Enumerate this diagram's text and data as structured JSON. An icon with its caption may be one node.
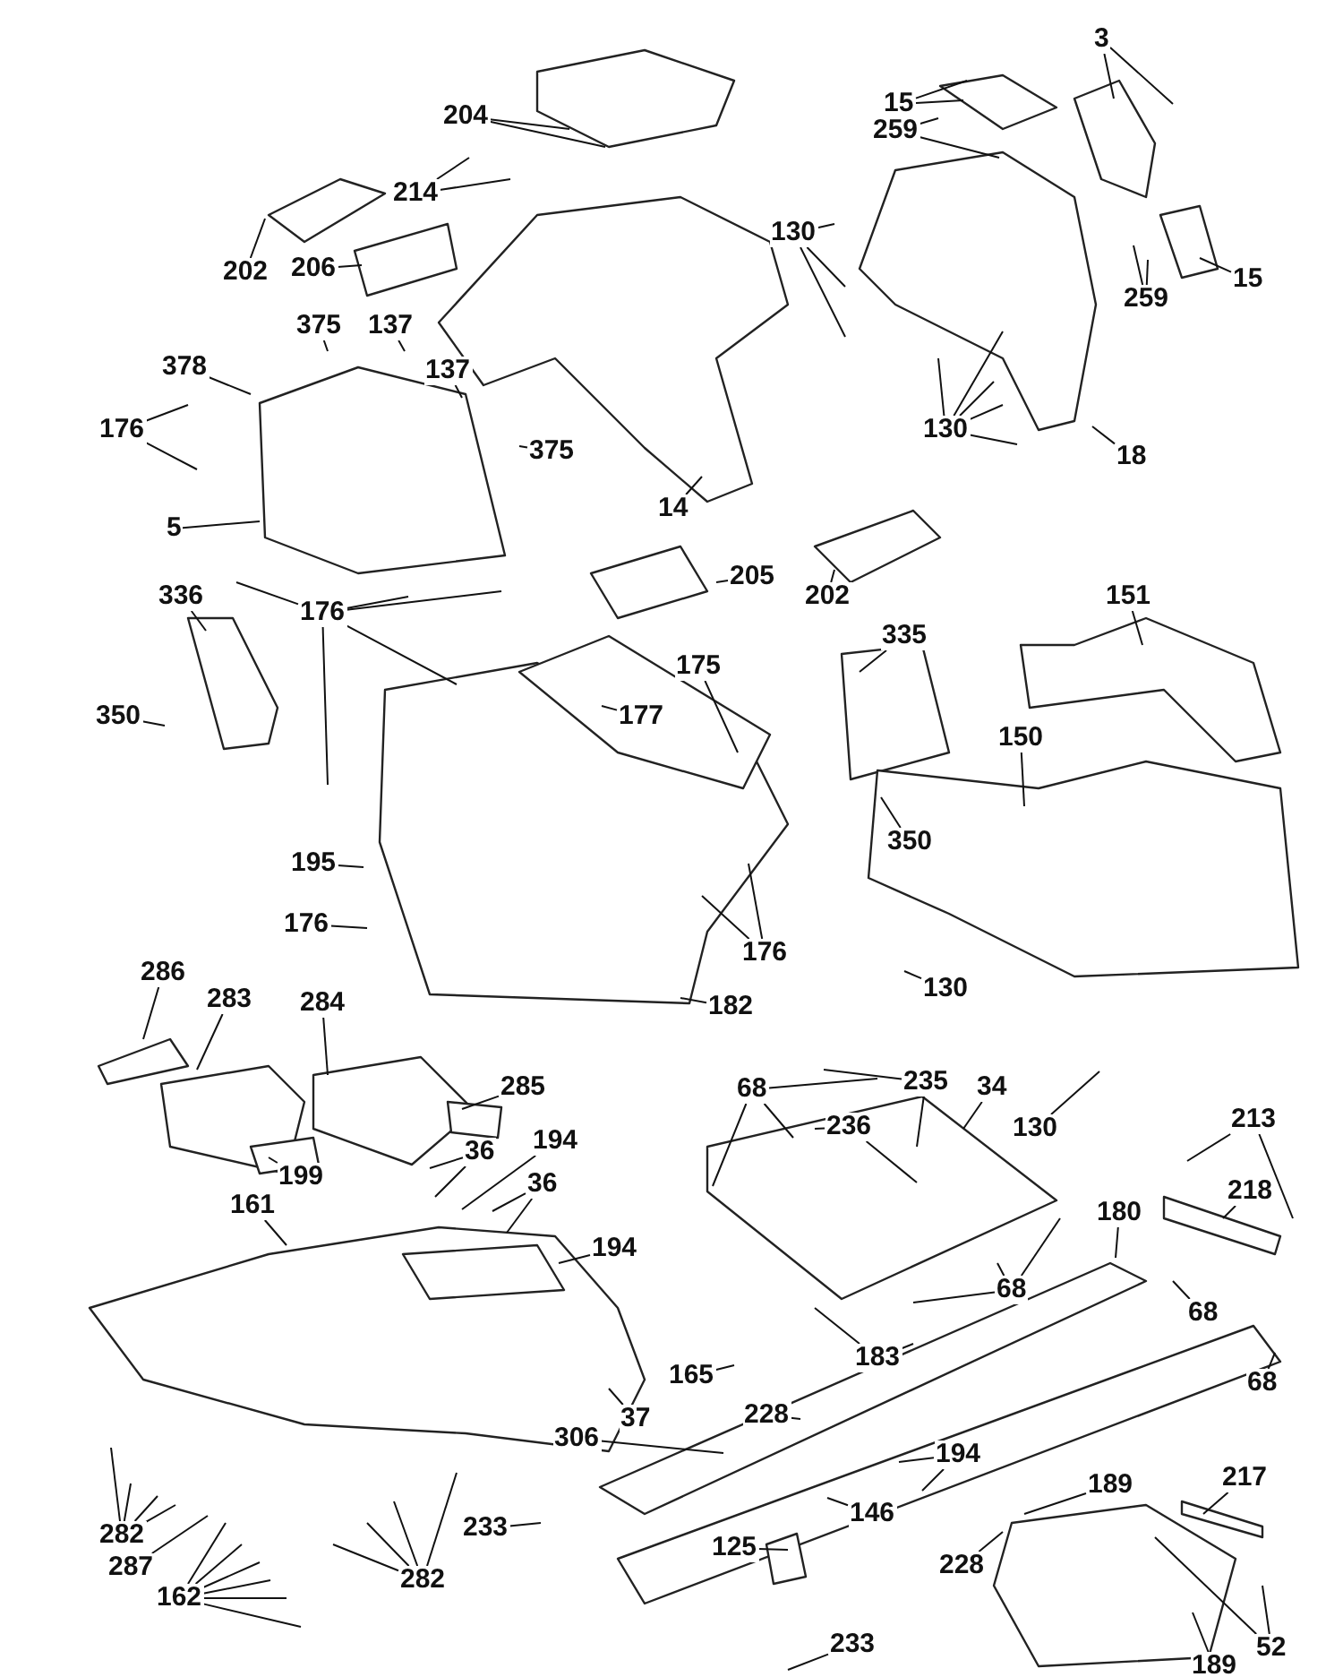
{
  "diagram": {
    "nodes": [
      {
        "text": [
          "204"
        ]
      },
      {
        "text": [
          "214"
        ]
      },
      {
        "text": [
          "202"
        ]
      },
      {
        "text": [
          "206"
        ]
      },
      {
        "text": [
          "3"
        ]
      },
      {
        "text": [
          "15"
        ]
      },
      {
        "text": [
          "259"
        ]
      },
      {
        "text": [
          "130"
        ]
      },
      {
        "text": [
          "259"
        ]
      },
      {
        "text": [
          "15"
        ]
      },
      {
        "text": [
          "130"
        ]
      },
      {
        "text": [
          "18"
        ]
      },
      {
        "text": [
          "375"
        ]
      },
      {
        "text": [
          "137"
        ]
      },
      {
        "text": [
          "378"
        ]
      },
      {
        "text": [
          "176"
        ]
      },
      {
        "text": [
          "137"
        ]
      },
      {
        "text": [
          "375"
        ]
      },
      {
        "text": [
          "5"
        ]
      },
      {
        "text": [
          "14"
        ]
      },
      {
        "text": [
          "205"
        ]
      },
      {
        "text": [
          "202"
        ]
      },
      {
        "text": [
          "176"
        ]
      },
      {
        "text": [
          "336"
        ]
      },
      {
        "text": [
          "350"
        ]
      },
      {
        "text": [
          "177"
        ]
      },
      {
        "text": [
          "175"
        ]
      },
      {
        "text": [
          "335"
        ]
      },
      {
        "text": [
          "151"
        ]
      },
      {
        "text": [
          "350"
        ]
      },
      {
        "text": [
          "150"
        ]
      },
      {
        "text": [
          "195"
        ]
      },
      {
        "text": [
          "176"
        ]
      },
      {
        "text": [
          "176"
        ]
      },
      {
        "text": [
          "182"
        ]
      },
      {
        "text": [
          "130"
        ]
      },
      {
        "text": [
          "130"
        ]
      },
      {
        "text": [
          "286"
        ]
      },
      {
        "text": [
          "283"
        ]
      },
      {
        "text": [
          "284"
        ]
      },
      {
        "text": [
          "285"
        ]
      },
      {
        "text": [
          "199"
        ]
      },
      {
        "text": [
          "36"
        ]
      },
      {
        "text": [
          "194"
        ]
      },
      {
        "text": [
          "36"
        ]
      },
      {
        "text": [
          "161"
        ]
      },
      {
        "text": [
          "194"
        ]
      },
      {
        "text": [
          "37"
        ]
      },
      {
        "text": [
          "282"
        ]
      },
      {
        "text": [
          "287"
        ]
      },
      {
        "text": [
          "162"
        ]
      },
      {
        "text": [
          "282"
        ]
      },
      {
        "text": [
          "233"
        ]
      },
      {
        "text": [
          "68"
        ]
      },
      {
        "text": [
          "235"
        ]
      },
      {
        "text": [
          "34"
        ]
      },
      {
        "text": [
          "236"
        ]
      },
      {
        "text": [
          "68"
        ]
      },
      {
        "text": [
          "183"
        ]
      },
      {
        "text": [
          "165"
        ]
      },
      {
        "text": [
          "213"
        ]
      },
      {
        "text": [
          "218"
        ]
      },
      {
        "text": [
          "180"
        ]
      },
      {
        "text": [
          "68"
        ]
      },
      {
        "text": [
          "68"
        ]
      },
      {
        "text": [
          "228"
        ]
      },
      {
        "text": [
          "306"
        ]
      },
      {
        "text": [
          "194"
        ]
      },
      {
        "text": [
          "146"
        ]
      },
      {
        "text": [
          "125"
        ]
      },
      {
        "text": [
          "189"
        ]
      },
      {
        "text": [
          "228"
        ]
      },
      {
        "text": [
          "217"
        ]
      },
      {
        "text": [
          "52"
        ]
      },
      {
        "text": [
          "189"
        ]
      },
      {
        "text": [
          "233"
        ]
      }
    ],
    "edges": [
      {
        "from": 0,
        "to": null,
        "arrow": "none"
      },
      {
        "from": 0,
        "to": null,
        "arrow": "none"
      },
      {
        "from": 1,
        "to": null,
        "arrow": "none"
      },
      {
        "from": 1,
        "to": null,
        "arrow": "none"
      },
      {
        "from": 2,
        "to": null,
        "arrow": "none"
      },
      {
        "from": 3,
        "to": null,
        "arrow": "none"
      },
      {
        "from": 4,
        "to": null,
        "arrow": "none"
      },
      {
        "from": 4,
        "to": null,
        "arrow": "none"
      },
      {
        "from": 5,
        "to": null,
        "arrow": "none"
      },
      {
        "from": 5,
        "to": null,
        "arrow": "none"
      },
      {
        "from": 6,
        "to": null,
        "arrow": "none"
      },
      {
        "from": 6,
        "to": null,
        "arrow": "none"
      },
      {
        "from": 7,
        "to": null,
        "arrow": "none"
      },
      {
        "from": 7,
        "to": null,
        "arrow": "none"
      },
      {
        "from": 7,
        "to": null,
        "arrow": "none"
      },
      {
        "from": 8,
        "to": null,
        "arrow": "none"
      },
      {
        "from": 8,
        "to": null,
        "arrow": "none"
      },
      {
        "from": 9,
        "to": null,
        "arrow": "none"
      },
      {
        "from": 10,
        "to": null,
        "arrow": "none"
      },
      {
        "from": 10,
        "to": null,
        "arrow": "none"
      },
      {
        "from": 10,
        "to": null,
        "arrow": "none"
      },
      {
        "from": 10,
        "to": null,
        "arrow": "none"
      },
      {
        "from": 10,
        "to": null,
        "arrow": "none"
      },
      {
        "from": 11,
        "to": null,
        "arrow": "none"
      },
      {
        "from": 12,
        "to": null,
        "arrow": "none"
      },
      {
        "from": 13,
        "to": null,
        "arrow": "none"
      },
      {
        "from": 14,
        "to": null,
        "arrow": "none"
      },
      {
        "from": 15,
        "to": null,
        "arrow": "none"
      },
      {
        "from": 15,
        "to": null,
        "arrow": "none"
      },
      {
        "from": 16,
        "to": null,
        "arrow": "none"
      },
      {
        "from": 17,
        "to": null,
        "arrow": "none"
      },
      {
        "from": 18,
        "to": null,
        "arrow": "none"
      },
      {
        "from": 19,
        "to": null,
        "arrow": "none"
      },
      {
        "from": 20,
        "to": null,
        "arrow": "none"
      },
      {
        "from": 21,
        "to": null,
        "arrow": "none"
      },
      {
        "from": 22,
        "to": null,
        "arrow": "none"
      },
      {
        "from": 22,
        "to": null,
        "arrow": "none"
      },
      {
        "from": 22,
        "to": null,
        "arrow": "none"
      },
      {
        "from": 22,
        "to": null,
        "arrow": "none"
      },
      {
        "from": 22,
        "to": null,
        "arrow": "none"
      },
      {
        "from": 23,
        "to": null,
        "arrow": "none"
      },
      {
        "from": 24,
        "to": null,
        "arrow": "none"
      },
      {
        "from": 25,
        "to": null,
        "arrow": "none"
      },
      {
        "from": 26,
        "to": null,
        "arrow": "none"
      },
      {
        "from": 27,
        "to": null,
        "arrow": "none"
      },
      {
        "from": 28,
        "to": null,
        "arrow": "none"
      },
      {
        "from": 29,
        "to": null,
        "arrow": "none"
      },
      {
        "from": 30,
        "to": null,
        "arrow": "none"
      },
      {
        "from": 31,
        "to": null,
        "arrow": "none"
      },
      {
        "from": 32,
        "to": null,
        "arrow": "none"
      },
      {
        "from": 33,
        "to": null,
        "arrow": "none"
      },
      {
        "from": 33,
        "to": null,
        "arrow": "none"
      },
      {
        "from": 34,
        "to": null,
        "arrow": "none"
      },
      {
        "from": 35,
        "to": null,
        "arrow": "none"
      },
      {
        "from": 36,
        "to": null,
        "arrow": "none"
      },
      {
        "from": 37,
        "to": null,
        "arrow": "none"
      },
      {
        "from": 38,
        "to": null,
        "arrow": "none"
      },
      {
        "from": 39,
        "to": null,
        "arrow": "none"
      },
      {
        "from": 40,
        "to": null,
        "arrow": "none"
      },
      {
        "from": 41,
        "to": null,
        "arrow": "none"
      },
      {
        "from": 42,
        "to": null,
        "arrow": "none"
      },
      {
        "from": 42,
        "to": null,
        "arrow": "none"
      },
      {
        "from": 43,
        "to": null,
        "arrow": "none"
      },
      {
        "from": 44,
        "to": null,
        "arrow": "none"
      },
      {
        "from": 44,
        "to": null,
        "arrow": "none"
      },
      {
        "from": 45,
        "to": null,
        "arrow": "none"
      },
      {
        "from": 46,
        "to": null,
        "arrow": "none"
      },
      {
        "from": 47,
        "to": null,
        "arrow": "none"
      },
      {
        "from": 48,
        "to": null,
        "arrow": "none"
      },
      {
        "from": 48,
        "to": null,
        "arrow": "none"
      },
      {
        "from": 48,
        "to": null,
        "arrow": "none"
      },
      {
        "from": 48,
        "to": null,
        "arrow": "none"
      },
      {
        "from": 49,
        "to": null,
        "arrow": "none"
      },
      {
        "from": 50,
        "to": null,
        "arrow": "none"
      },
      {
        "from": 50,
        "to": null,
        "arrow": "none"
      },
      {
        "from": 50,
        "to": null,
        "arrow": "none"
      },
      {
        "from": 50,
        "to": null,
        "arrow": "none"
      },
      {
        "from": 50,
        "to": null,
        "arrow": "none"
      },
      {
        "from": 50,
        "to": null,
        "arrow": "none"
      },
      {
        "from": 51,
        "to": null,
        "arrow": "none"
      },
      {
        "from": 51,
        "to": null,
        "arrow": "none"
      },
      {
        "from": 51,
        "to": null,
        "arrow": "none"
      },
      {
        "from": 51,
        "to": null,
        "arrow": "none"
      },
      {
        "from": 52,
        "to": null,
        "arrow": "none"
      },
      {
        "from": 53,
        "to": null,
        "arrow": "none"
      },
      {
        "from": 53,
        "to": null,
        "arrow": "none"
      },
      {
        "from": 53,
        "to": null,
        "arrow": "none"
      },
      {
        "from": 54,
        "to": null,
        "arrow": "none"
      },
      {
        "from": 54,
        "to": null,
        "arrow": "none"
      },
      {
        "from": 55,
        "to": null,
        "arrow": "none"
      },
      {
        "from": 56,
        "to": null,
        "arrow": "none"
      },
      {
        "from": 56,
        "to": null,
        "arrow": "none"
      },
      {
        "from": 57,
        "to": null,
        "arrow": "none"
      },
      {
        "from": 57,
        "to": null,
        "arrow": "none"
      },
      {
        "from": 57,
        "to": null,
        "arrow": "none"
      },
      {
        "from": 58,
        "to": null,
        "arrow": "none"
      },
      {
        "from": 58,
        "to": null,
        "arrow": "none"
      },
      {
        "from": 59,
        "to": null,
        "arrow": "none"
      },
      {
        "from": 60,
        "to": null,
        "arrow": "none"
      },
      {
        "from": 60,
        "to": null,
        "arrow": "none"
      },
      {
        "from": 61,
        "to": null,
        "arrow": "none"
      },
      {
        "from": 62,
        "to": null,
        "arrow": "none"
      },
      {
        "from": 63,
        "to": null,
        "arrow": "none"
      },
      {
        "from": 64,
        "to": null,
        "arrow": "none"
      },
      {
        "from": 65,
        "to": null,
        "arrow": "none"
      },
      {
        "from": 66,
        "to": null,
        "arrow": "none"
      },
      {
        "from": 67,
        "to": null,
        "arrow": "none"
      },
      {
        "from": 67,
        "to": null,
        "arrow": "none"
      },
      {
        "from": 68,
        "to": null,
        "arrow": "none"
      },
      {
        "from": 69,
        "to": null,
        "arrow": "none"
      },
      {
        "from": 70,
        "to": null,
        "arrow": "none"
      },
      {
        "from": 71,
        "to": null,
        "arrow": "none"
      },
      {
        "from": 72,
        "to": null,
        "arrow": "none"
      },
      {
        "from": 73,
        "to": null,
        "arrow": "none"
      },
      {
        "from": 73,
        "to": null,
        "arrow": "none"
      },
      {
        "from": 74,
        "to": null,
        "arrow": "none"
      },
      {
        "from": 75,
        "to": null,
        "arrow": "none"
      }
    ]
  }
}
